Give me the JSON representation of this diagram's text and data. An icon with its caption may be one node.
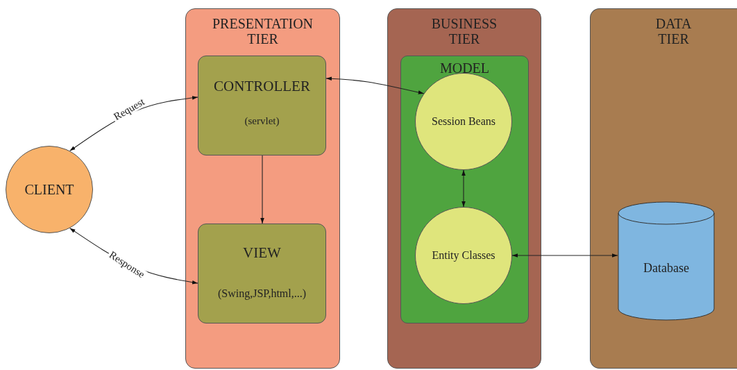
{
  "diagram": {
    "nodes": [
      {
        "text": [
          "CLIENT"
        ]
      },
      {
        "text": [
          "PRESENTATION TIER"
        ]
      },
      {
        "text": [
          "CONTROLLER",
          "(servlet)"
        ],
        "in": 1
      },
      {
        "text": [
          "VIEW",
          "(Swing,JSP,html,...)"
        ],
        "in": 1
      },
      {
        "text": [
          "BUSINESS TIER"
        ]
      },
      {
        "text": [
          "MODEL"
        ],
        "in": 4
      },
      {
        "text": [
          "Session Beans"
        ],
        "in": 5
      },
      {
        "text": [
          "Entity Classes"
        ],
        "in": 5
      },
      {
        "text": [
          "DATA TIER"
        ]
      },
      {
        "text": [
          "Database"
        ],
        "in": 8
      }
    ],
    "edges": [
      {
        "from": 0,
        "to": 2,
        "arrow": "both",
        "label": "Request"
      },
      {
        "from": 0,
        "to": 3,
        "arrow": "both",
        "label": "Response"
      },
      {
        "from": 2,
        "to": 3,
        "arrow": "to"
      },
      {
        "from": 2,
        "to": 6,
        "arrow": "both"
      },
      {
        "from": 6,
        "to": 7,
        "arrow": "both"
      },
      {
        "from": 7,
        "to": 9,
        "arrow": "both"
      }
    ]
  }
}
